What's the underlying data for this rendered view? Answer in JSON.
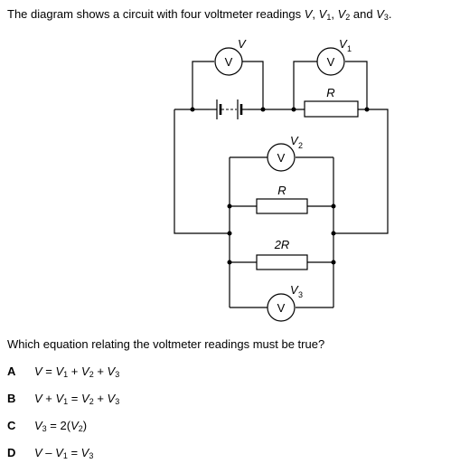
{
  "intro": {
    "before": "The diagram shows a circuit with four voltmeter readings ",
    "v": "V",
    "sep1": ", ",
    "v1_main": "V",
    "v1_sub": "1",
    "sep2": ", ",
    "v2_main": "V",
    "v2_sub": "2",
    "and": " and ",
    "v3_main": "V",
    "v3_sub": "3",
    "end": "."
  },
  "diagram": {
    "meter_symbol": "V",
    "label_v": "V",
    "label_v1_main": "V",
    "label_v1_sub": "1",
    "label_v2_main": "V",
    "label_v2_sub": "2",
    "label_v3_main": "V",
    "label_v3_sub": "3",
    "resistor_top_label": "R",
    "resistor_mid_label": "R",
    "resistor_bottom_label": "2R"
  },
  "question": "Which equation relating the voltmeter readings must be true?",
  "options": [
    {
      "letter": "A",
      "parts": [
        "V",
        " = ",
        "V",
        "1",
        " + ",
        "V",
        "2",
        " + ",
        "V",
        "3"
      ]
    },
    {
      "letter": "B",
      "parts": [
        "V",
        " + ",
        "V",
        "1",
        " = ",
        "V",
        "2",
        " + ",
        "V",
        "3"
      ]
    },
    {
      "letter": "C",
      "parts": [
        "V",
        "3",
        " = 2(",
        "V",
        "2",
        ")"
      ]
    },
    {
      "letter": "D",
      "parts": [
        "V",
        " – ",
        "V",
        "1",
        " = ",
        "V",
        "3"
      ]
    }
  ]
}
